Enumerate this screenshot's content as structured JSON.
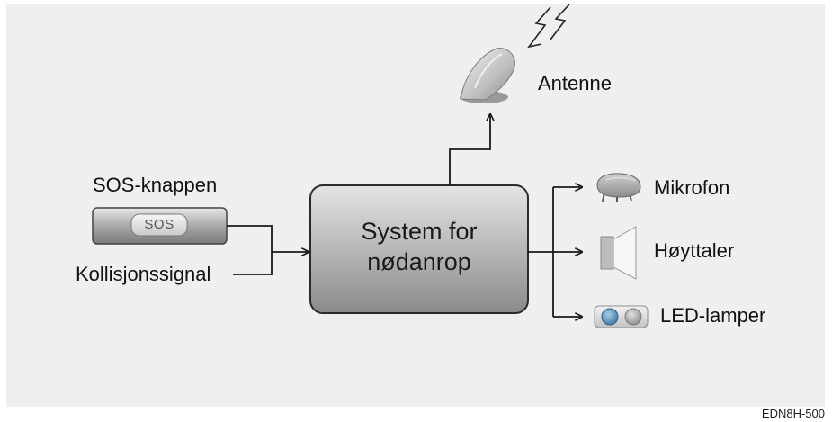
{
  "system": {
    "line1": "System for",
    "line2": "nødanrop"
  },
  "inputs": {
    "sos_title": "SOS-knappen",
    "sos_button_text": "SOS",
    "collision": "Kollisjonssignal"
  },
  "outputs": {
    "antenna": "Antenne",
    "microphone": "Mikrofon",
    "speaker": "Høyttaler",
    "led": "LED-lamper"
  },
  "figure_code": "EDN8H-500"
}
